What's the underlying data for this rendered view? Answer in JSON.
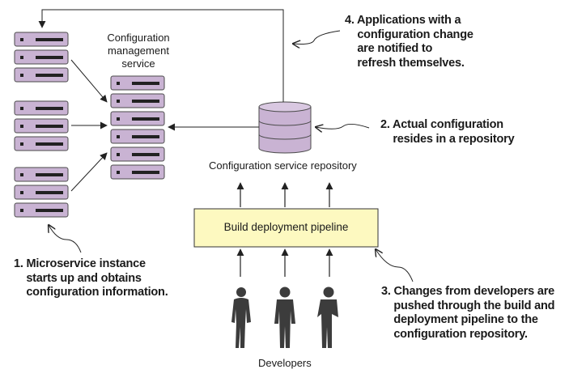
{
  "labels": {
    "config_service": "Configuration\nmanagement\nservice",
    "repository": "Configuration service repository",
    "pipeline": "Build deployment pipeline",
    "developers": "Developers"
  },
  "notes": {
    "step1": "1. Microservice instance\n    starts up and obtains\n    configuration information.",
    "step2": "2. Actual configuration\n    resides in a repository",
    "step3": "3. Changes from developers are\n    pushed through the build and\n    deployment pipeline to the\n    configuration repository.",
    "step4": "4. Applications with a\n    configuration change\n    are notified to\n    refresh themselves."
  },
  "colors": {
    "server_fill": "#c9b3d3",
    "server_stroke": "#4a4a4a",
    "pipeline_fill": "#fdf9c0",
    "repo_fill": "#c9b3d3",
    "developer_fill": "#3c3c3c",
    "line": "#222222"
  }
}
